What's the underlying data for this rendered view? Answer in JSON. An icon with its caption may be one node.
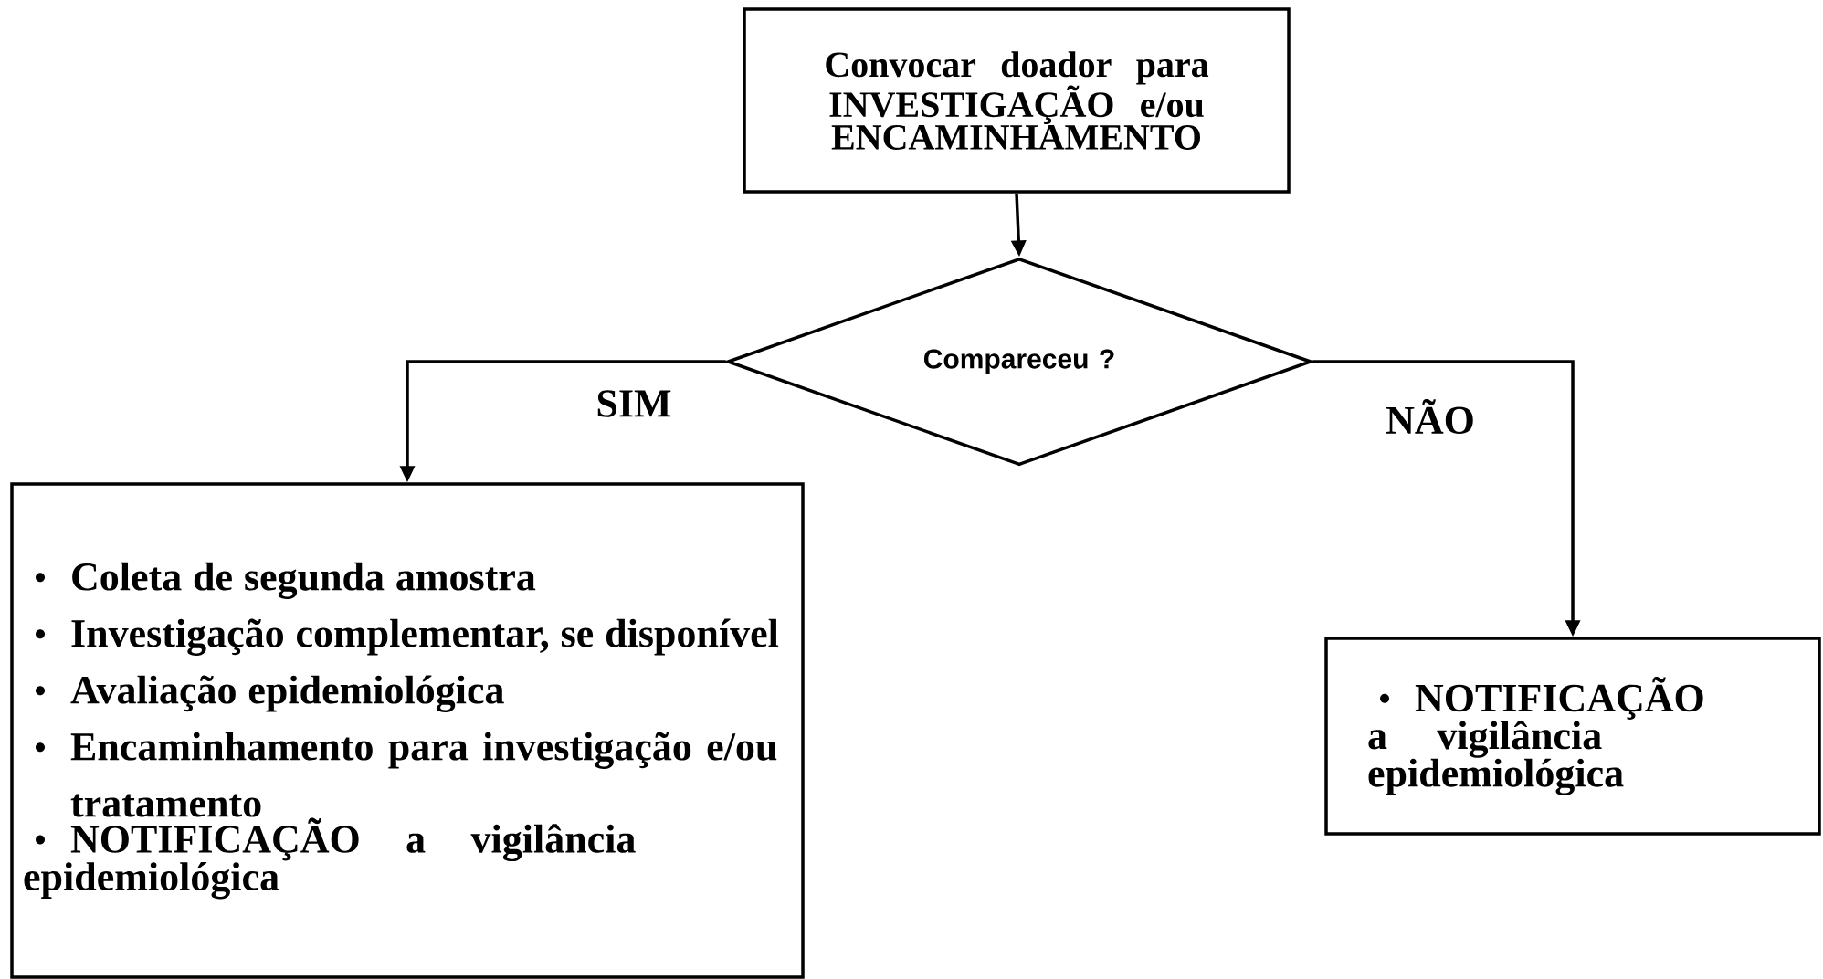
{
  "diagram": {
    "nodes": [
      {
        "text": [
          "Convocar doador para INVESTIGAÇÃO e/ou ENCAMINHAMENTO"
        ]
      },
      {
        "text": [
          "Compareceu ?"
        ]
      },
      {
        "text": [
          "Coleta de segunda amostra",
          "Investigação complementar, se disponível",
          "Avaliação epidemiológica",
          "Encaminhamento para investigação e/ou tratamento",
          "NOTIFICAÇÃO a vigilância epidemiológica"
        ]
      },
      {
        "text": [
          "NOTIFICAÇÃO a vigilância epidemiológica"
        ]
      }
    ],
    "edges": [
      {
        "from": 0,
        "to": 1,
        "arrow": "to"
      },
      {
        "from": 1,
        "to": 2,
        "arrow": "to",
        "label": "SIM"
      },
      {
        "from": 1,
        "to": 3,
        "arrow": "to",
        "label": "NÃO"
      }
    ]
  }
}
